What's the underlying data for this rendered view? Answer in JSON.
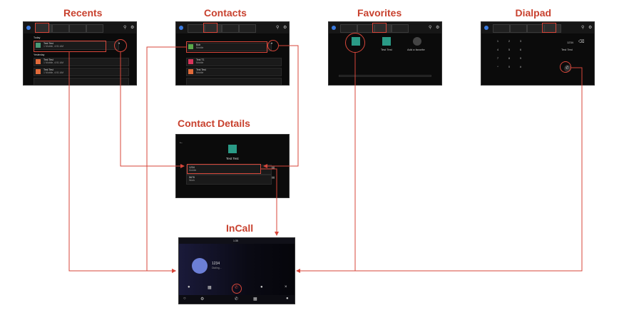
{
  "titles": {
    "recents": "Recents",
    "contacts": "Contacts",
    "favorites": "Favorites",
    "dialpad": "Dialpad",
    "contact_details": "Contact Details",
    "incall": "InCall"
  },
  "accent_color": "#c8412e",
  "recents": {
    "section_today": "Today",
    "section_yesterday": "Yesterday",
    "rows": [
      {
        "name": "Test Test",
        "sub": "1 Mobile, 4:51 AM"
      },
      {
        "name": "Test Test",
        "sub": "1 Mobile, 4:51 AM"
      },
      {
        "name": "Test Test",
        "sub": "1 Mobile, 4:51 AM"
      }
    ]
  },
  "contacts": {
    "rows": [
      {
        "name": "Bob",
        "sub": "Mobile"
      },
      {
        "name": "Test T1",
        "sub": "Mobile"
      },
      {
        "name": "Test Test",
        "sub": "Mobile"
      }
    ]
  },
  "favorites": {
    "add_label": "Add a favorite",
    "item_name": "Test Test"
  },
  "dialpad": {
    "number": "1234",
    "contact_name": "Test Test",
    "keys": [
      "1",
      "2",
      "3",
      "4",
      "5",
      "6",
      "7",
      "8",
      "9",
      "*",
      "0",
      "#"
    ]
  },
  "contact_details": {
    "name": "Test Test",
    "numbers": [
      {
        "value": "1234",
        "type": "Mobile"
      },
      {
        "value": "5678",
        "type": "Work"
      }
    ]
  },
  "incall": {
    "clock": "1:35",
    "number": "1234",
    "status": "Dialing..."
  }
}
